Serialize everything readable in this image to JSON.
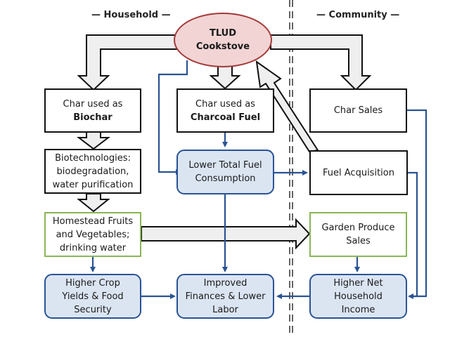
{
  "diagram": {
    "title": "TLUD Cookstove char pathways",
    "sections": {
      "household": "— Household —",
      "community": "— Community —"
    },
    "nodes": {
      "tlud": {
        "line1": "TLUD",
        "line2": "Cookstove"
      },
      "biochar": {
        "line1": "Char used as",
        "line2": "Biochar"
      },
      "charcoal": {
        "line1": "Char used as",
        "line2": "Charcoal Fuel"
      },
      "char_sales": {
        "line1": "Char Sales"
      },
      "biotech": {
        "line1": "Biotechnologies:",
        "line2": "biodegradation,",
        "line3": "water purification"
      },
      "lower_fuel": {
        "line1": "Lower Total Fuel",
        "line2": "Consumption"
      },
      "fuel_acq": {
        "line1": "Fuel Acquisition"
      },
      "homestead": {
        "line1": "Homestead Fruits",
        "line2": "and Vegetables;",
        "line3": "drinking water"
      },
      "garden_sales": {
        "line1": "Garden Produce",
        "line2": "Sales"
      },
      "crop_yields": {
        "line1": "Higher Crop",
        "line2": "Yields & Food",
        "line3": "Security"
      },
      "finances": {
        "line1": "Improved",
        "line2": "Finances & Lower",
        "line3": "Labor"
      },
      "net_income": {
        "line1": "Higher Net",
        "line2": "Household",
        "line3": "Income"
      }
    },
    "colors": {
      "blue_line": "#2a5394",
      "blue_fill": "#dbe5f2",
      "green_border": "#8ab654",
      "ellipse_fill": "#f2d4d4",
      "ellipse_border": "#a33a3a",
      "block_arrow_fill": "#efefef"
    }
  }
}
